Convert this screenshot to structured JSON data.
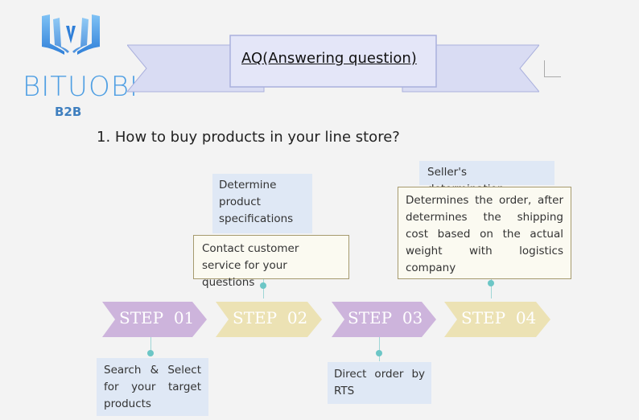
{
  "logo": {
    "name": "BITUOBI",
    "sub": "B2B",
    "icon": "logo-book-icon",
    "color": "#4f9fe3"
  },
  "banner": {
    "title": "AQ(Answering question)"
  },
  "question": "1. How to buy products in your line store?",
  "steps": [
    {
      "label": "STEP  01",
      "color": "#cdb4dc"
    },
    {
      "label": "STEP  02",
      "color": "#ece2b4"
    },
    {
      "label": "STEP  03",
      "color": "#cdb4dc"
    },
    {
      "label": "STEP  04",
      "color": "#ece2b4"
    }
  ],
  "notes": {
    "search_select": "Search & Select for your target products",
    "determine_specs": "Determine product specifications",
    "contact_service": "Contact customer service for your questions",
    "direct_order": "Direct order by RTS",
    "seller_determination": "Seller's determination",
    "order_shipping": "Determines the order, after determines the shipping cost based on the actual weight with logistics company"
  }
}
